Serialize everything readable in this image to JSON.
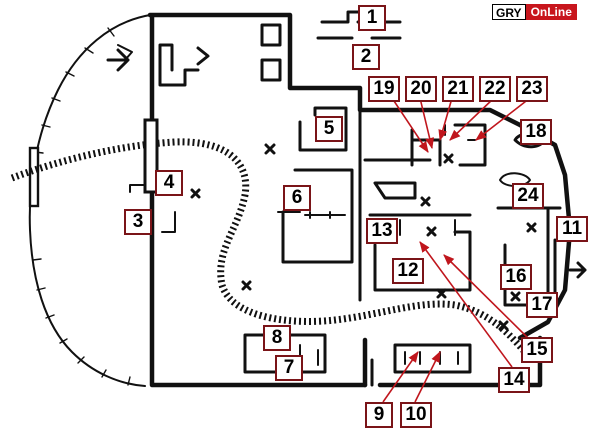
{
  "logo": {
    "part1": "GRY",
    "part2": "OnLine",
    "accent": "#c8161d"
  },
  "marker_color": "#7a1418",
  "markers": [
    "1",
    "2",
    "3",
    "4",
    "5",
    "6",
    "7",
    "8",
    "9",
    "10",
    "11",
    "12",
    "13",
    "14",
    "15",
    "16",
    "17",
    "18",
    "19",
    "20",
    "21",
    "22",
    "23",
    "24"
  ]
}
